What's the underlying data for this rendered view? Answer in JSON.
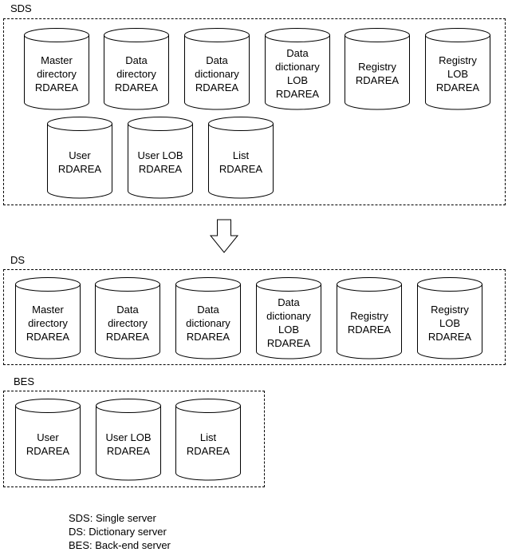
{
  "groups": {
    "sds": {
      "label": "SDS",
      "areas": [
        [
          "Master",
          "directory",
          "RDAREA"
        ],
        [
          "Data",
          "directory",
          "RDAREA"
        ],
        [
          "Data",
          "dictionary",
          "RDAREA"
        ],
        [
          "Data",
          "dictionary",
          "LOB",
          "RDAREA"
        ],
        [
          "Registry",
          "RDAREA"
        ],
        [
          "Registry",
          "LOB",
          "RDAREA"
        ],
        [
          "User",
          "RDAREA"
        ],
        [
          "User LOB",
          "RDAREA"
        ],
        [
          "List",
          "RDAREA"
        ]
      ]
    },
    "ds": {
      "label": "DS",
      "areas": [
        [
          "Master",
          "directory",
          "RDAREA"
        ],
        [
          "Data",
          "directory",
          "RDAREA"
        ],
        [
          "Data",
          "dictionary",
          "RDAREA"
        ],
        [
          "Data",
          "dictionary",
          "LOB",
          "RDAREA"
        ],
        [
          "Registry",
          "RDAREA"
        ],
        [
          "Registry",
          "LOB",
          "RDAREA"
        ]
      ]
    },
    "bes": {
      "label": "BES",
      "areas": [
        [
          "User",
          "RDAREA"
        ],
        [
          "User LOB",
          "RDAREA"
        ],
        [
          "List",
          "RDAREA"
        ]
      ]
    }
  },
  "legend": [
    "SDS: Single server",
    "DS: Dictionary server",
    "BES: Back-end server"
  ]
}
